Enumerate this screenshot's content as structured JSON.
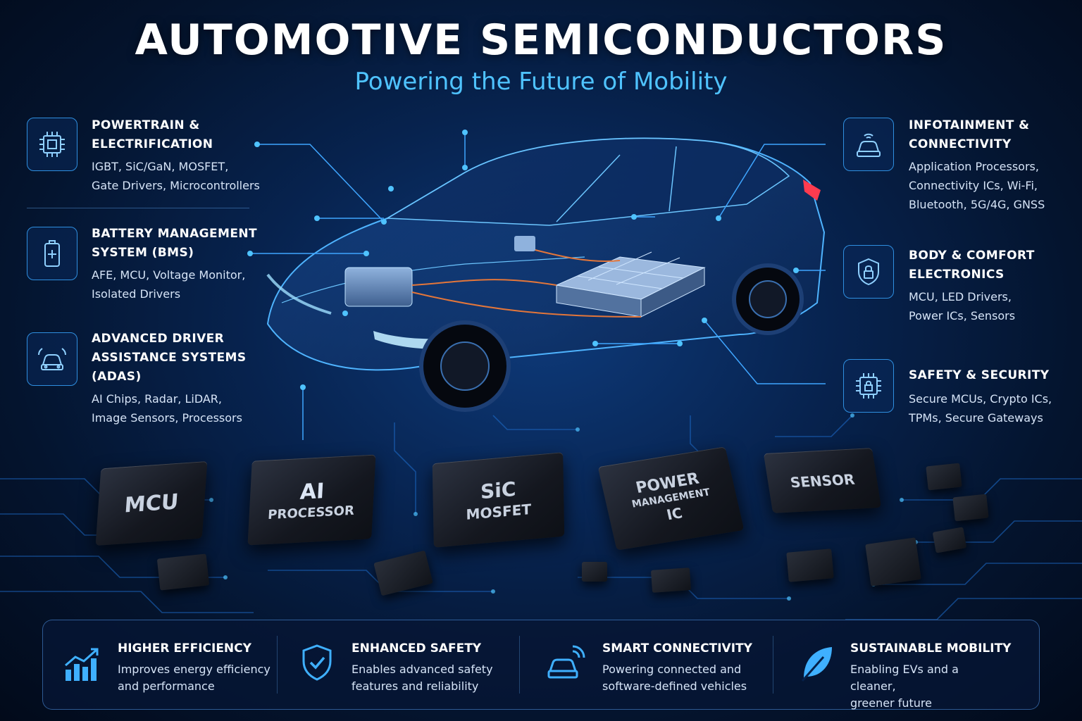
{
  "header": {
    "title": "AUTOMOTIVE SEMICONDUCTORS",
    "subtitle": "Powering the Future of Mobility"
  },
  "colors": {
    "accent": "#4fc3ff",
    "background": "#06214a",
    "line": "#3fa6ff"
  },
  "left_categories": [
    {
      "icon": "chip-icon",
      "title_lines": [
        "POWERTRAIN &",
        "ELECTRIFICATION"
      ],
      "desc_lines": [
        "IGBT, SiC/GaN, MOSFET,",
        "Gate Drivers, Microcontrollers"
      ]
    },
    {
      "icon": "battery-icon",
      "title_lines": [
        "BATTERY MANAGEMENT",
        "SYSTEM (BMS)"
      ],
      "desc_lines": [
        "AFE, MCU, Voltage Monitor,",
        "Isolated Drivers"
      ]
    },
    {
      "icon": "car-sensor-icon",
      "title_lines": [
        "ADVANCED DRIVER",
        "ASSISTANCE SYSTEMS",
        "(ADAS)"
      ],
      "desc_lines": [
        "AI Chips, Radar, LiDAR,",
        "Image Sensors, Processors"
      ]
    }
  ],
  "right_categories": [
    {
      "icon": "connected-car-icon",
      "title_lines": [
        "INFOTAINMENT &",
        "CONNECTIVITY"
      ],
      "desc_lines": [
        "Application Processors,",
        "Connectivity ICs, Wi-Fi,",
        "Bluetooth, 5G/4G, GNSS"
      ]
    },
    {
      "icon": "shield-lock-icon",
      "title_lines": [
        "BODY & COMFORT",
        "ELECTRONICS"
      ],
      "desc_lines": [
        "MCU, LED Drivers,",
        "Power ICs, Sensors"
      ]
    },
    {
      "icon": "chip-lock-icon",
      "title_lines": [
        "SAFETY & SECURITY"
      ],
      "desc_lines": [
        "Secure MCUs, Crypto ICs,",
        "TPMs, Secure Gateways"
      ]
    }
  ],
  "chips": {
    "mcu": "MCU",
    "ai_line1": "AI",
    "ai_line2": "PROCESSOR",
    "sic_line1": "SiC",
    "sic_line2": "MOSFET",
    "pmic_line1": "POWER",
    "pmic_line2": "MANAGEMENT",
    "pmic_line3": "IC",
    "sensor": "SENSOR"
  },
  "benefits": [
    {
      "icon": "bar-chart-icon",
      "title": "HIGHER EFFICIENCY",
      "desc_lines": [
        "Improves energy efficiency",
        "and performance"
      ]
    },
    {
      "icon": "shield-check-icon",
      "title": "ENHANCED SAFETY",
      "desc_lines": [
        "Enables advanced safety",
        "features and reliability"
      ]
    },
    {
      "icon": "connected-car-icon",
      "title": "SMART CONNECTIVITY",
      "desc_lines": [
        "Powering connected and",
        "software-defined vehicles"
      ]
    },
    {
      "icon": "leaf-icon",
      "title": "SUSTAINABLE MOBILITY",
      "desc_lines": [
        "Enabling EVs and a cleaner,",
        "greener future"
      ]
    }
  ]
}
